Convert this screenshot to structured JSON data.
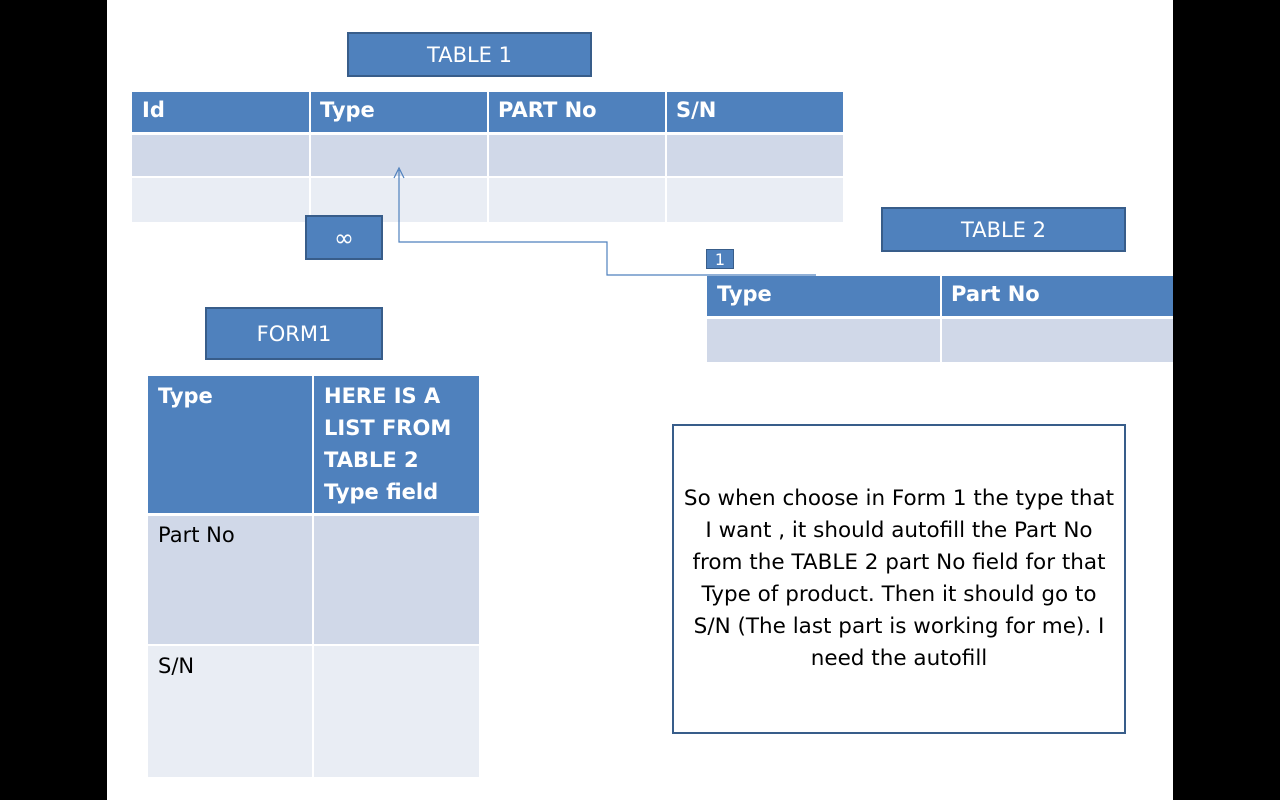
{
  "table1": {
    "title": "TABLE 1",
    "columns": [
      "Id",
      "Type",
      "PART No",
      "S/N"
    ]
  },
  "table2": {
    "title": "TABLE 2",
    "columns": [
      "Type",
      "Part No"
    ]
  },
  "relation": {
    "many_symbol": "∞",
    "one_symbol": "1"
  },
  "form1": {
    "title": "FORM1",
    "rows": [
      {
        "label": "Type",
        "value": "HERE IS A\nLIST FROM\nTABLE 2\nType field"
      },
      {
        "label": "Part No",
        "value": ""
      },
      {
        "label": "S/N",
        "value": ""
      }
    ]
  },
  "note": {
    "text": "So when choose in Form 1 the type that I want , it should autofill the Part No from the TABLE 2 part No field for that Type of product. Then it should go to S/N (The last part is working for me). I need the autofill"
  },
  "colors": {
    "header": "#4f81bd",
    "border": "#385d8a",
    "row_dark": "#d0d8e8",
    "row_light": "#e9edf4",
    "frame": "#000000"
  }
}
